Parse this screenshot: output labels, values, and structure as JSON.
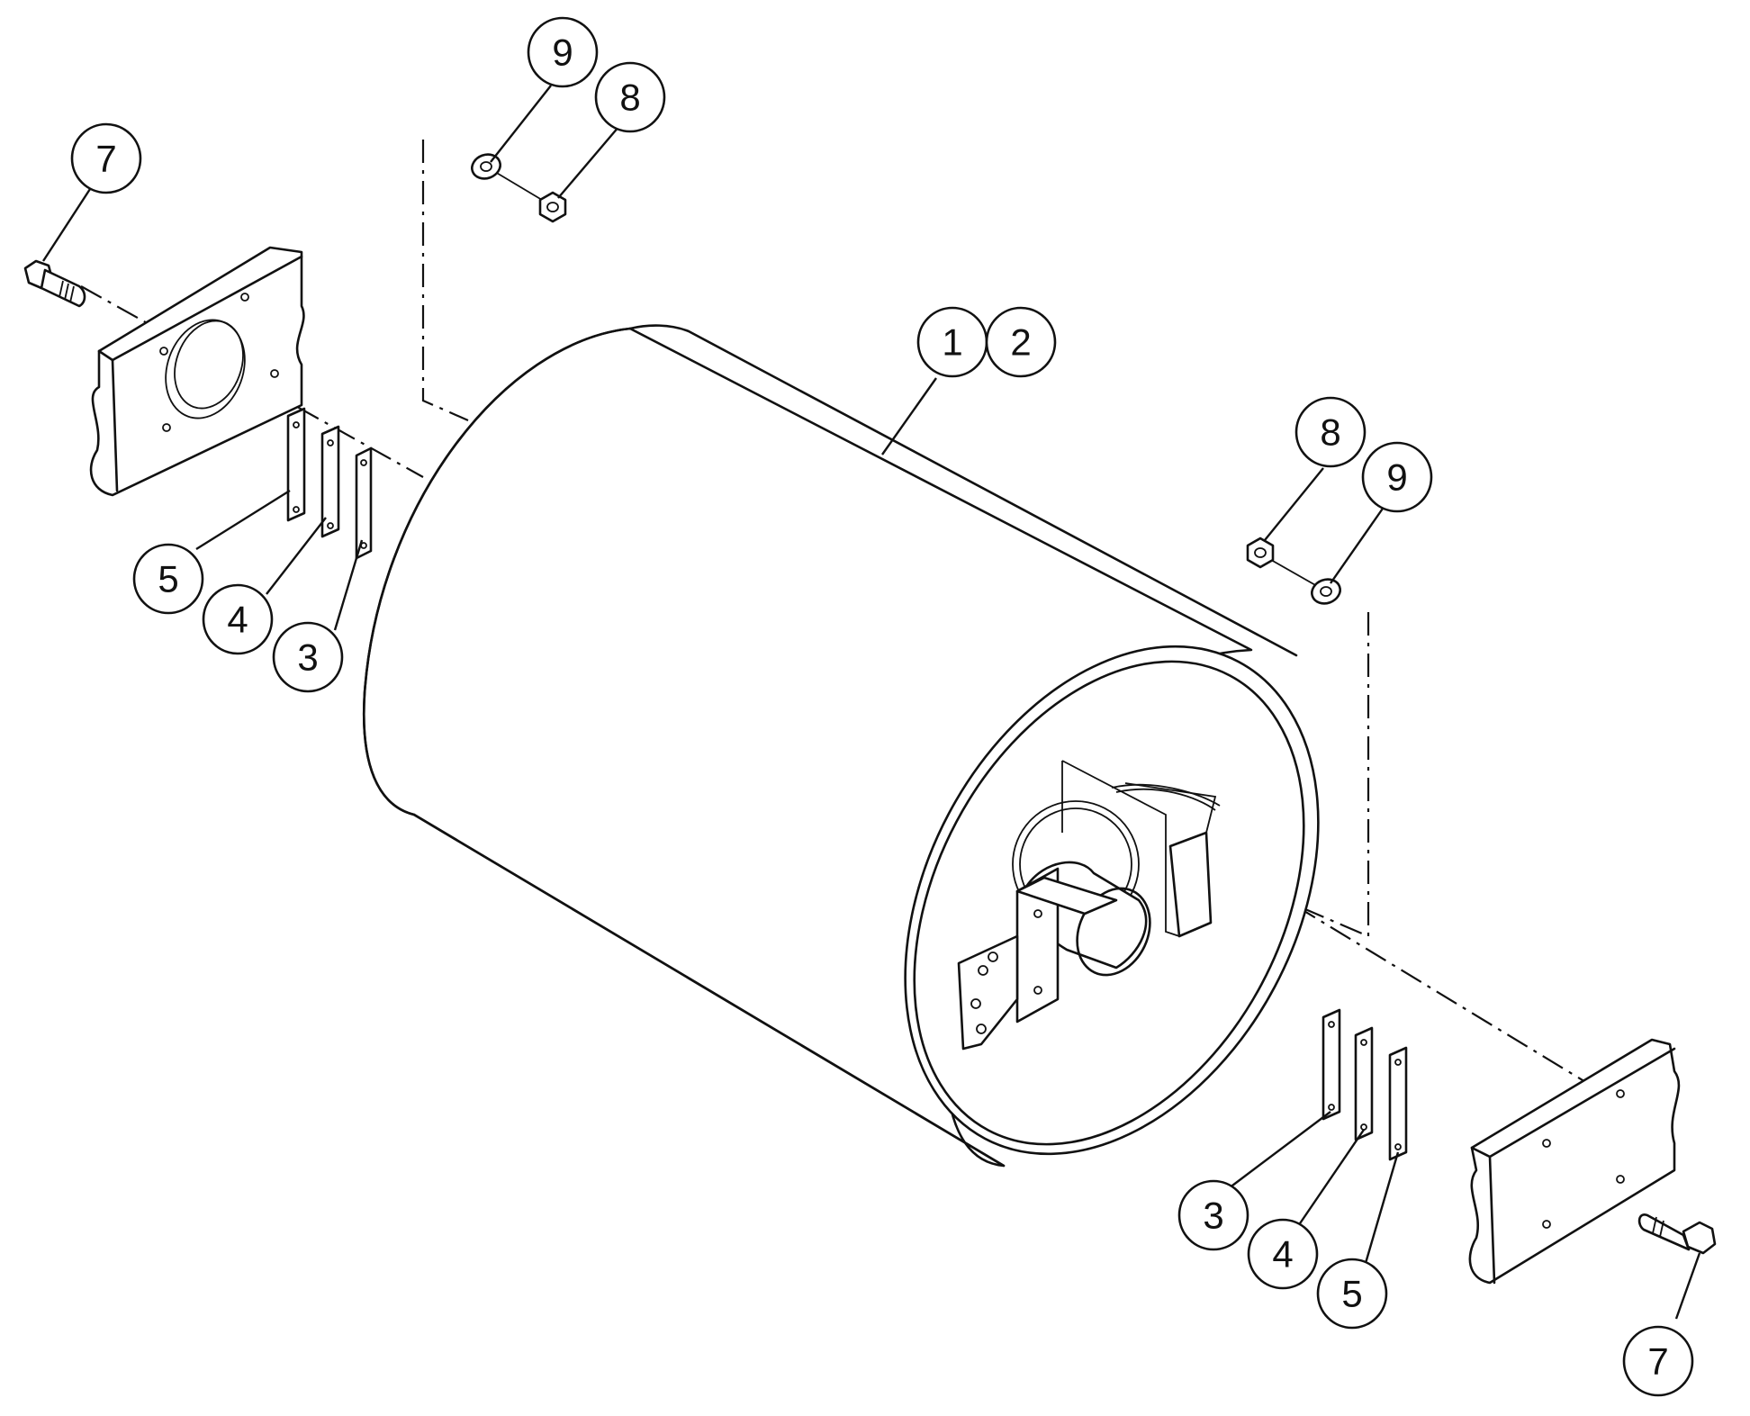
{
  "diagram": {
    "callouts": [
      {
        "id": "c7a",
        "label": "7"
      },
      {
        "id": "c9a",
        "label": "9"
      },
      {
        "id": "c8a",
        "label": "8"
      },
      {
        "id": "c1",
        "label": "1"
      },
      {
        "id": "c2",
        "label": "2"
      },
      {
        "id": "c8b",
        "label": "8"
      },
      {
        "id": "c9b",
        "label": "9"
      },
      {
        "id": "c5a",
        "label": "5"
      },
      {
        "id": "c4a",
        "label": "4"
      },
      {
        "id": "c3a",
        "label": "3"
      },
      {
        "id": "c3b",
        "label": "3"
      },
      {
        "id": "c4b",
        "label": "4"
      },
      {
        "id": "c5b",
        "label": "5"
      },
      {
        "id": "c7b",
        "label": "7"
      }
    ]
  }
}
